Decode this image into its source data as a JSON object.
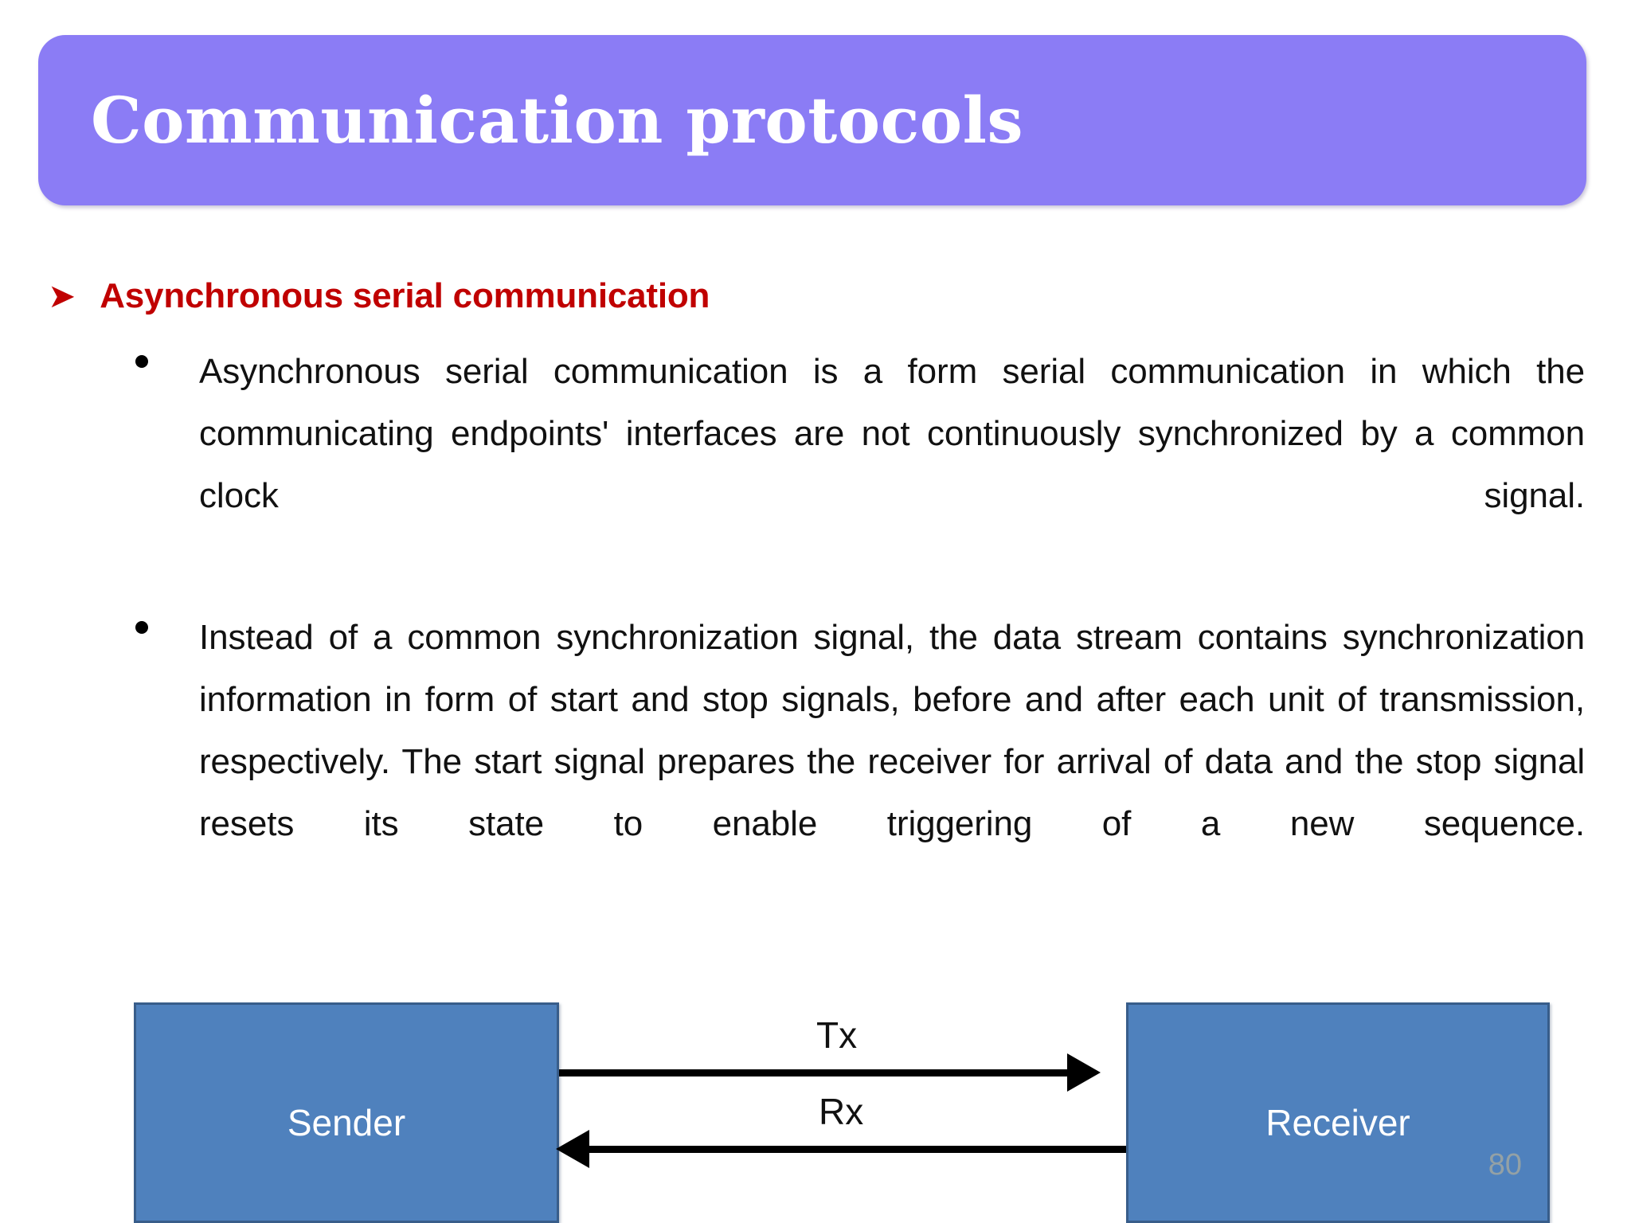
{
  "slide": {
    "title": "Communication protocols",
    "banner_color": "#8B7CF5",
    "slide_number": "80"
  },
  "section": {
    "arrow_bullet_glyph": "➤",
    "heading": "Asynchronous serial communication",
    "heading_color": "#C00000"
  },
  "bullets": [
    {
      "marker": "dot",
      "text": "Asynchronous serial communication is a form serial communication in which the communicating endpoints' interfaces are not continuously synchronized by a common clock signal."
    },
    {
      "marker": "dot",
      "text": "Instead of a common synchronization signal, the data stream contains synchronization information in form of start and stop signals, before and after each unit of transmission, respectively. The start signal prepares the receiver for arrival of data and the stop signal resets its state to enable triggering of a new sequence."
    }
  ],
  "diagram": {
    "box_fill": "#4F81BD",
    "box_border": "#385D8A",
    "nodes": [
      {
        "id": "sender",
        "label": "Sender"
      },
      {
        "id": "receiver",
        "label": "Receiver"
      }
    ],
    "links": [
      {
        "id": "tx",
        "label": "Tx",
        "direction": "sender-to-receiver"
      },
      {
        "id": "rx",
        "label": "Rx",
        "direction": "receiver-to-sender"
      }
    ]
  }
}
